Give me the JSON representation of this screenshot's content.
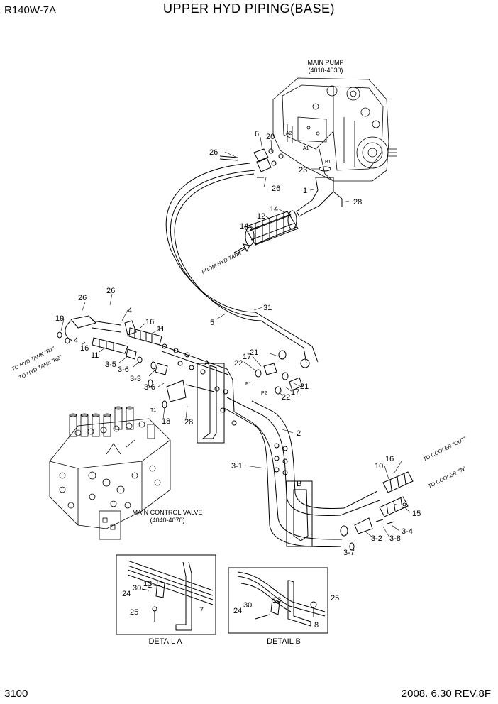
{
  "header": {
    "model": "R140W-7A",
    "title": "UPPER HYD PIPING(BASE)"
  },
  "footer": {
    "page": "3100",
    "revision": "2008. 6.30  REV.8F"
  },
  "components": {
    "main_pump": {
      "name": "MAIN PUMP",
      "ref": "(4010-4030)"
    },
    "main_control_valve": {
      "name": "MAIN CONTROL VALVE",
      "ref": "(4040-4070)"
    }
  },
  "directions": {
    "from_hyd_tank": "FROM HYD TANK",
    "to_hyd_tank_r1": "TO HYD TANK \"R1\"",
    "to_hyd_tank_r2": "TO HYD TANK \"R2\"",
    "to_cooler_out": "TO COOLER \"OUT\"",
    "to_cooler_in": "TO COOLER \"IN\""
  },
  "ports": {
    "a1": "A1",
    "a2": "A2",
    "b1": "B1",
    "p1": "P1",
    "p2": "P2",
    "t1": "T1"
  },
  "detail_markers": {
    "a": "A",
    "b": "B"
  },
  "callouts": {
    "c1": "1",
    "c2": "2",
    "c3_1": "3-1",
    "c3_2": "3-2",
    "c3_3": "3-3",
    "c3_4": "3-4",
    "c3_5": "3-5",
    "c3_6a": "3-6",
    "c3_6b": "3-6",
    "c3_7": "3-7",
    "c3_8": "3-8",
    "c4a": "4",
    "c4b": "4",
    "c5": "5",
    "c6": "6",
    "c9": "9",
    "c10": "10",
    "c11a": "11",
    "c11b": "11",
    "c12": "12",
    "c14a": "14",
    "c14b": "14",
    "c15": "15",
    "c16a": "16",
    "c16b": "16",
    "c16c": "16",
    "c17a": "17",
    "c17b": "17",
    "c18": "18",
    "c19": "19",
    "c20": "20",
    "c21a": "21",
    "c21b": "21",
    "c22a": "22",
    "c22b": "22",
    "c23": "23",
    "c26a": "26",
    "c26b": "26",
    "c26c": "26",
    "c26d": "26",
    "c28a": "28",
    "c28b": "28",
    "c31": "31"
  },
  "detail_a": {
    "caption": "DETAIL A",
    "callouts": {
      "c7": "7",
      "c13": "13",
      "c24": "24",
      "c25": "25",
      "c30": "30"
    }
  },
  "detail_b": {
    "caption": "DETAIL B",
    "callouts": {
      "c8": "8",
      "c13": "13",
      "c24": "24",
      "c25": "25",
      "c30": "30"
    }
  }
}
